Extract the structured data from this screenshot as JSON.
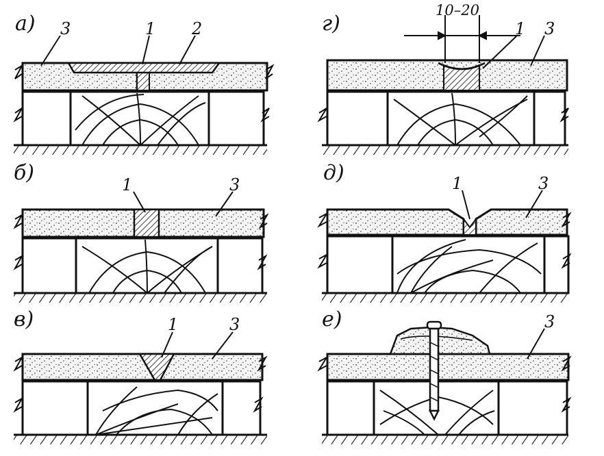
{
  "panels": [
    {
      "id": "a",
      "letter": "а)",
      "labels": [
        {
          "text": "3"
        },
        {
          "text": "1"
        },
        {
          "text": "2"
        }
      ]
    },
    {
      "id": "g",
      "letter": "г)",
      "dimension": "10–20",
      "labels": [
        {
          "text": "1"
        },
        {
          "text": "3"
        }
      ]
    },
    {
      "id": "b",
      "letter": "б)",
      "labels": [
        {
          "text": "1"
        },
        {
          "text": "3"
        }
      ]
    },
    {
      "id": "d",
      "letter": "д)",
      "labels": [
        {
          "text": "1"
        },
        {
          "text": "3"
        }
      ]
    },
    {
      "id": "v",
      "letter": "в)",
      "labels": [
        {
          "text": "1"
        },
        {
          "text": "3"
        }
      ]
    },
    {
      "id": "e",
      "letter": "е)",
      "labels": [
        {
          "text": "3"
        }
      ]
    }
  ],
  "colors": {
    "ink": "#111111",
    "background": "#ffffff",
    "fill": "#f2f2f2"
  }
}
